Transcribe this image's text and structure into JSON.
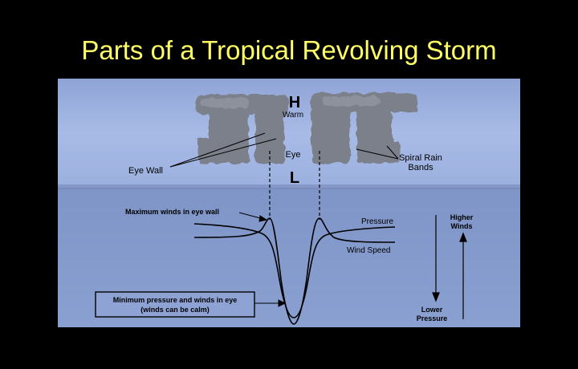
{
  "title": "Parts of a Tropical Revolving Storm",
  "labels": {
    "high": "H",
    "warm": "Warm",
    "eye": "Eye",
    "low": "L",
    "eye_wall": "Eye Wall",
    "spiral_rain_bands_1": "Spiral Rain",
    "spiral_rain_bands_2": "Bands",
    "max_winds": "Maximum winds in eye wall",
    "pressure": "Pressure",
    "wind_speed": "Wind Speed",
    "higher_winds_1": "Higher",
    "higher_winds_2": "Winds",
    "lower_pressure_1": "Lower",
    "lower_pressure_2": "Pressure",
    "min_box_1": "Minimum pressure and winds in eye",
    "min_box_2": "(winds can be calm)"
  },
  "colors": {
    "background": "#000000",
    "title": "#ffff66",
    "sky": "#9fb3e0",
    "lower_panel": "#8097c9",
    "cloud": "#7d828c",
    "line": "#000000"
  }
}
